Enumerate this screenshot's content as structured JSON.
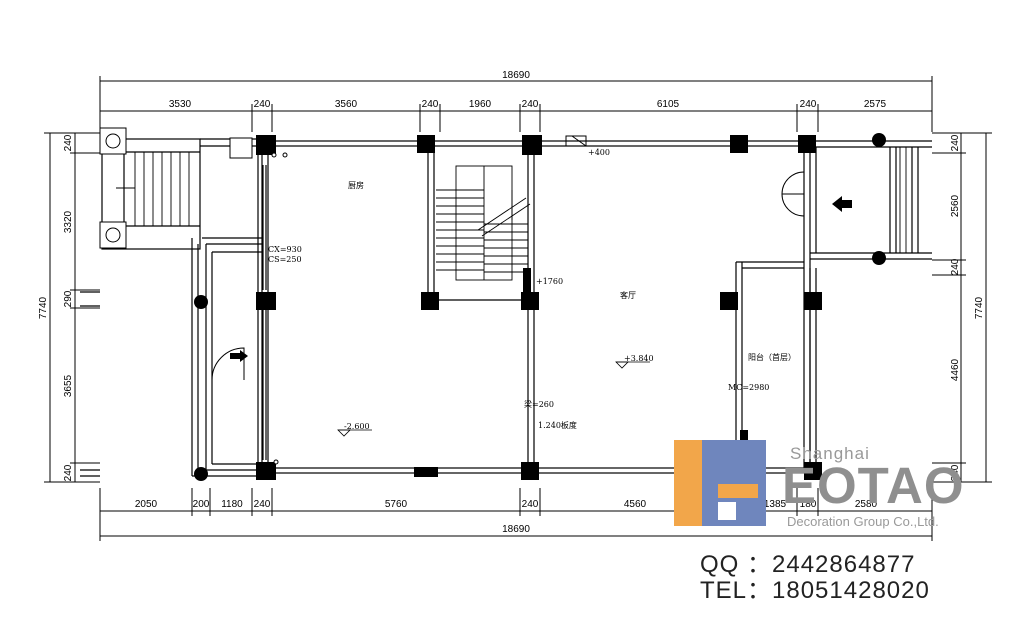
{
  "dimensions": {
    "top_total": "18690",
    "top": [
      "3530",
      "240",
      "3560",
      "240",
      "1960",
      "240",
      "6105",
      "240",
      "2575"
    ],
    "bottom": [
      "2050",
      "200",
      "1180",
      "240",
      "5760",
      "240",
      "4560",
      "240",
      "1385",
      "180",
      "2580"
    ],
    "bottom_total": "18690",
    "left": [
      "240",
      "3320",
      "290",
      "3655",
      "240"
    ],
    "left_total": "7740",
    "right": [
      "240",
      "2560",
      "240",
      "4460",
      "240"
    ],
    "right_total": "7740"
  },
  "rooms": {
    "kitchen": "厨房",
    "living": "客厅",
    "balcony": "阳台（首层）"
  },
  "annotations": {
    "cx": "CX=930",
    "cs": "CS=250",
    "plus400": "+400",
    "plus1760": "+1760",
    "elev_living": "+3.840",
    "elev_left": "-2.600",
    "beam": "梁=260",
    "slope": "1.240板度",
    "mc": "MC=2980"
  },
  "brand": {
    "city": "Shanghai",
    "name": "EOTAO",
    "group": "Decoration Group Co.,Ltd.",
    "colors": {
      "blue": "#6f86bd",
      "orange": "#f2a64a",
      "gray": "#8f8f8f"
    }
  },
  "contact": {
    "qq": "QQ ：2442864877",
    "tel": "TEL：18051428020"
  }
}
